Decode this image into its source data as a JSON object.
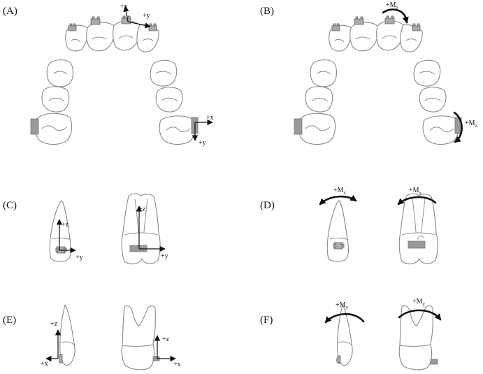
{
  "panels": [
    {
      "id": "A",
      "label": "(A)"
    },
    {
      "id": "B",
      "label": "(B)"
    },
    {
      "id": "C",
      "label": "(C)"
    },
    {
      "id": "D",
      "label": "(D)"
    },
    {
      "id": "E",
      "label": "(E)"
    },
    {
      "id": "F",
      "label": "(F)"
    }
  ],
  "axes": {
    "x": "+x",
    "y": "+y",
    "z": "+z"
  },
  "moments": {
    "prefix": "+M",
    "x_sub": "x",
    "y_sub": "y",
    "z_sub": "z"
  },
  "colors": {
    "outline": "#888888",
    "appliance": "#999999",
    "arrow": "#111111"
  }
}
